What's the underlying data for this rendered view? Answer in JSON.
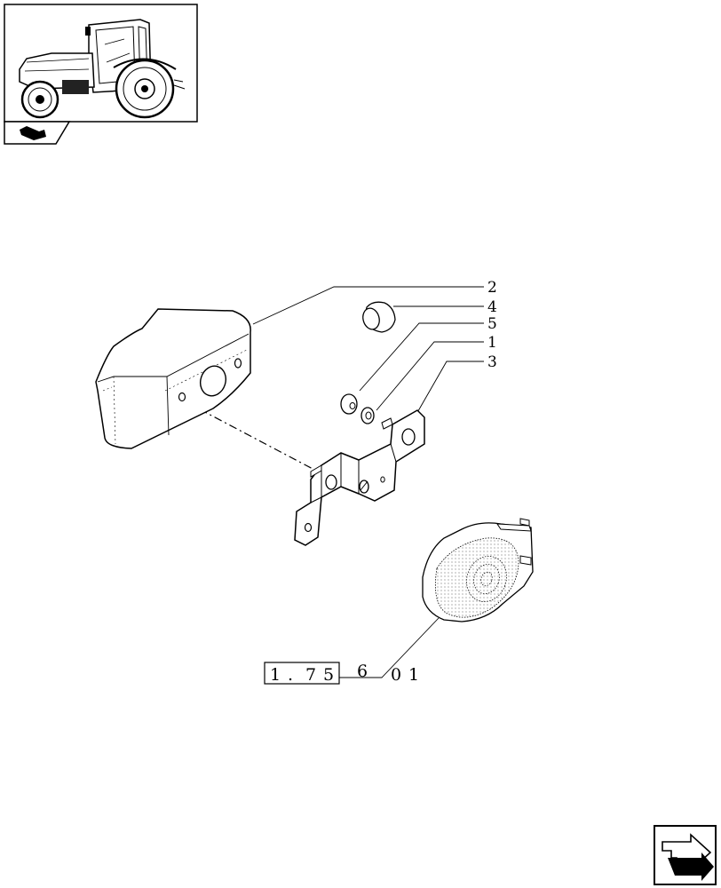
{
  "callouts": {
    "c2": "2",
    "c4": "4",
    "c5": "5",
    "c1": "1",
    "c3": "3"
  },
  "reference": {
    "boxed_chars": [
      "1",
      ".",
      "7",
      "5"
    ],
    "tail_chars": [
      "6",
      "0",
      "1"
    ]
  },
  "icons": {
    "thumbnail": "tractor-thumbnail-icon",
    "section": "section-marker-icon",
    "nav": "next-page-arrow-icon"
  }
}
